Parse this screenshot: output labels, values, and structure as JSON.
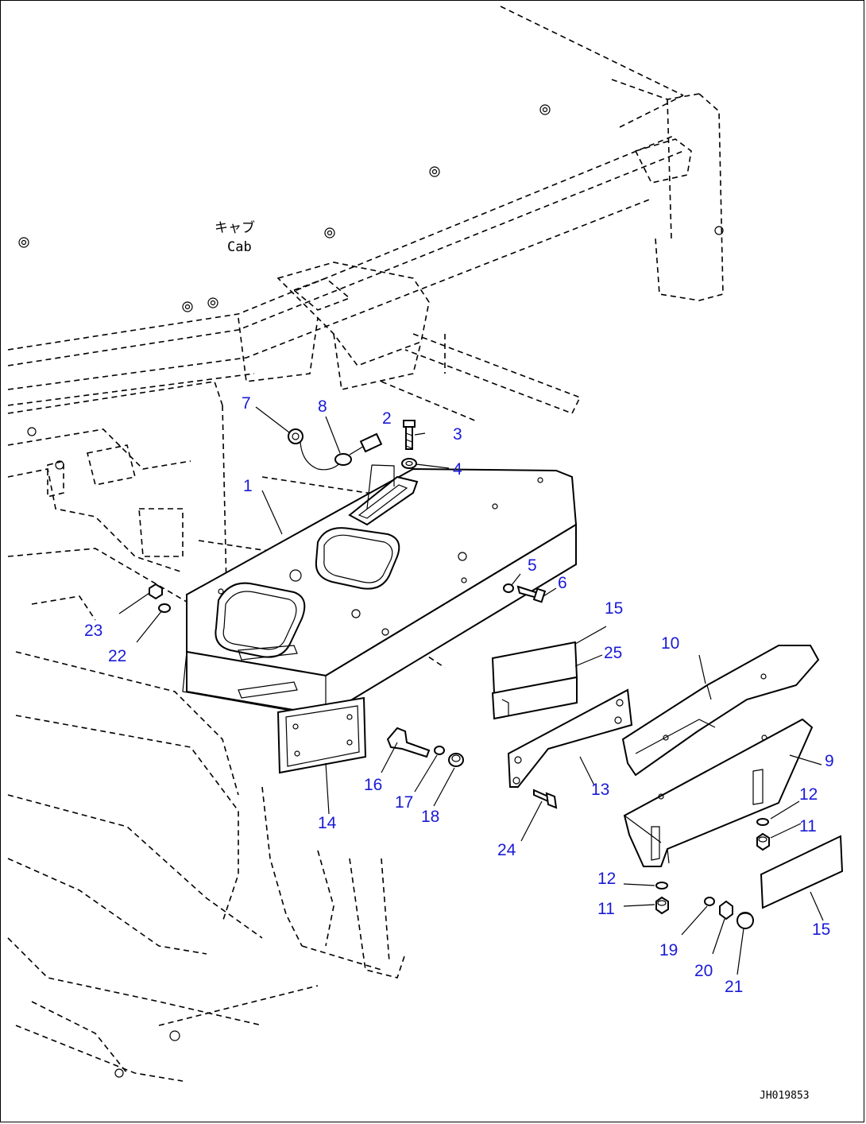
{
  "cab_label_jp": "キャブ",
  "cab_label_en": "Cab",
  "drawing_code": "JH019853",
  "callout_color": "#1a1ad6",
  "callouts": [
    {
      "text": "1"
    },
    {
      "text": "2"
    },
    {
      "text": "3"
    },
    {
      "text": "4"
    },
    {
      "text": "5"
    },
    {
      "text": "6"
    },
    {
      "text": "7"
    },
    {
      "text": "8"
    },
    {
      "text": "9"
    },
    {
      "text": "10"
    },
    {
      "text": "11"
    },
    {
      "text": "11"
    },
    {
      "text": "12"
    },
    {
      "text": "12"
    },
    {
      "text": "13"
    },
    {
      "text": "14"
    },
    {
      "text": "15"
    },
    {
      "text": "15"
    },
    {
      "text": "16"
    },
    {
      "text": "17"
    },
    {
      "text": "18"
    },
    {
      "text": "19"
    },
    {
      "text": "20"
    },
    {
      "text": "21"
    },
    {
      "text": "22"
    },
    {
      "text": "23"
    },
    {
      "text": "24"
    },
    {
      "text": "25"
    }
  ]
}
